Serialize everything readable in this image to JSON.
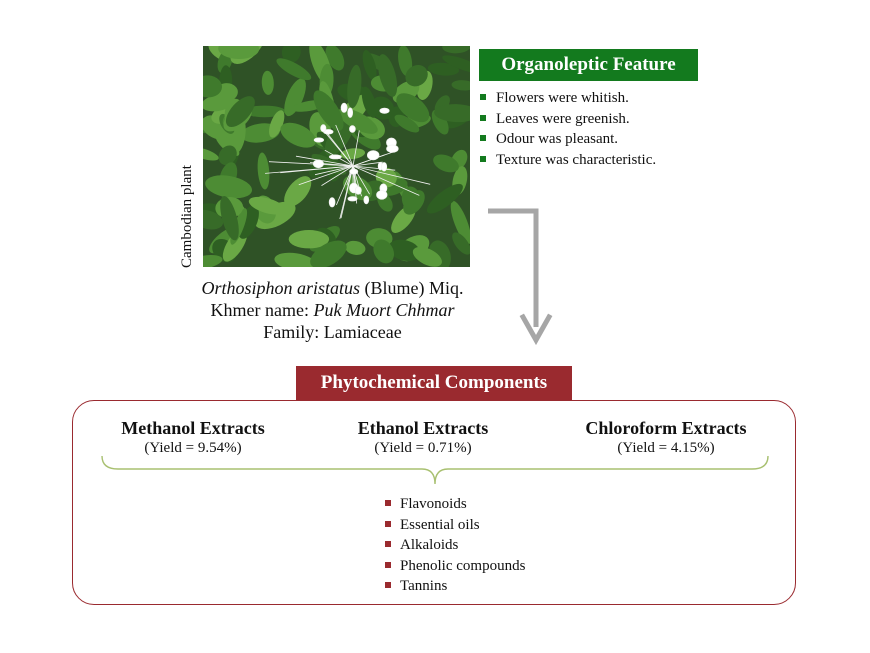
{
  "plant": {
    "vertical_label": "Cambodian plant",
    "scientific_name": "Orthosiphon aristatus",
    "authority": " (Blume) Miq.",
    "khmer_prefix": "Khmer name: ",
    "khmer_name": "Puk Muort Chhmar",
    "family": "Family: Lamiaceae"
  },
  "organoleptic": {
    "title": "Organoleptic Feature",
    "items": [
      "Flowers were whitish.",
      "Leaves were greenish.",
      "Odour was pleasant.",
      "Texture was characteristic."
    ]
  },
  "phytochemical": {
    "title": "Phytochemical Components",
    "extracts": [
      {
        "name": "Methanol Extracts",
        "yield": "(Yield = 9.54%)"
      },
      {
        "name": "Ethanol Extracts",
        "yield": "(Yield = 0.71%)"
      },
      {
        "name": "Chloroform Extracts",
        "yield": "(Yield = 4.15%)"
      }
    ],
    "components": [
      "Flavonoids",
      "Essential oils",
      "Alkaloids",
      "Phenolic compounds",
      "Tannins"
    ]
  },
  "colors": {
    "organoleptic_green": "#137a1e",
    "phytochemical_red": "#9a2a2f",
    "brace_green": "#a8c070",
    "arrow_gray": "#a6a6a6"
  }
}
